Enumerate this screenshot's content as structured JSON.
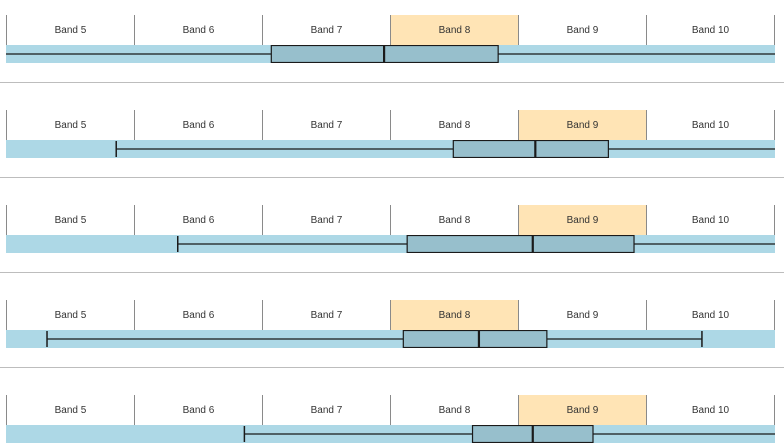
{
  "colors": {
    "track": "#add8e6",
    "box_fill": "#97bfcc",
    "stroke": "#1a1a1a",
    "highlight": "#ffe4b5",
    "separator": "#bdbdbd"
  },
  "rows": [
    {
      "bands": [
        "Band 5",
        "Band 6",
        "Band 7",
        "Band 8",
        "Band 9",
        "Band 10"
      ],
      "highlighted_band": "Band 8",
      "whisker_low": 5.0,
      "q1": 7.07,
      "median": 7.95,
      "q3": 8.84,
      "whisker_high": 11.0
    },
    {
      "bands": [
        "Band 5",
        "Band 6",
        "Band 7",
        "Band 8",
        "Band 9",
        "Band 10"
      ],
      "highlighted_band": "Band 9",
      "whisker_low": 5.86,
      "q1": 8.49,
      "median": 9.13,
      "q3": 9.7,
      "whisker_high": 11.0
    },
    {
      "bands": [
        "Band 5",
        "Band 6",
        "Band 7",
        "Band 8",
        "Band 9",
        "Band 10"
      ],
      "highlighted_band": "Band 9",
      "whisker_low": 6.34,
      "q1": 8.13,
      "median": 9.11,
      "q3": 9.9,
      "whisker_high": 11.0
    },
    {
      "bands": [
        "Band 5",
        "Band 6",
        "Band 7",
        "Band 8",
        "Band 9",
        "Band 10"
      ],
      "highlighted_band": "Band 8",
      "whisker_low": 5.32,
      "q1": 8.1,
      "median": 8.69,
      "q3": 9.22,
      "whisker_high": 10.43
    },
    {
      "bands": [
        "Band 5",
        "Band 6",
        "Band 7",
        "Band 8",
        "Band 9",
        "Band 10"
      ],
      "highlighted_band": "Band 9",
      "whisker_low": 6.86,
      "q1": 8.64,
      "median": 9.11,
      "q3": 9.58,
      "whisker_high": 11.0
    }
  ]
}
